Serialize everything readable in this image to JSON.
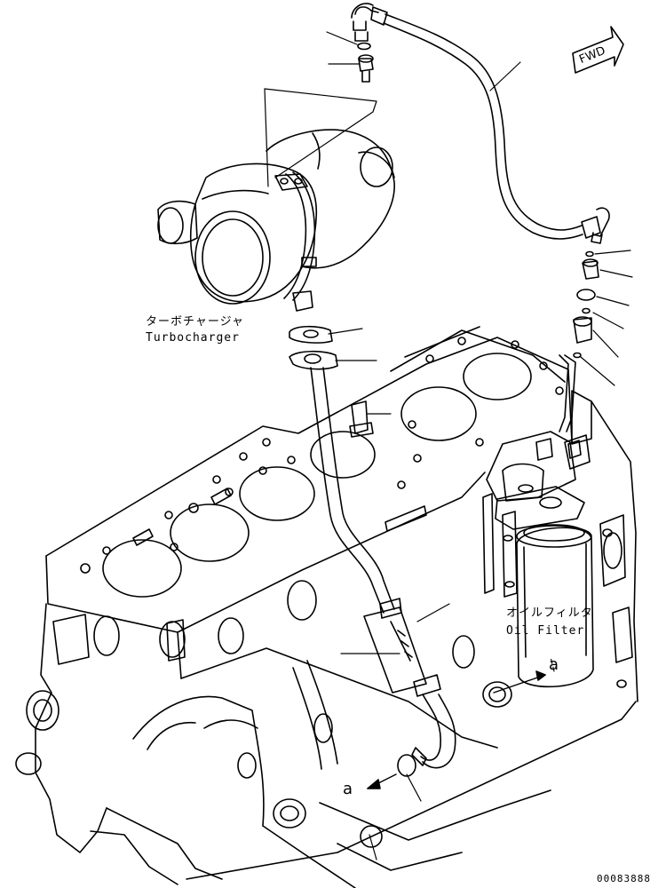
{
  "labels": {
    "turbo_jp": "ターボチャージャ",
    "turbo_en": "Turbocharger",
    "filter_jp": "オイルフィルタ",
    "filter_en": "Oil Filter",
    "fwd": "FWD",
    "ref_a_right": "a",
    "ref_a_left": "a",
    "drawing_id": "00083888"
  },
  "colors": {
    "line": "#000000",
    "paper": "#ffffff"
  }
}
